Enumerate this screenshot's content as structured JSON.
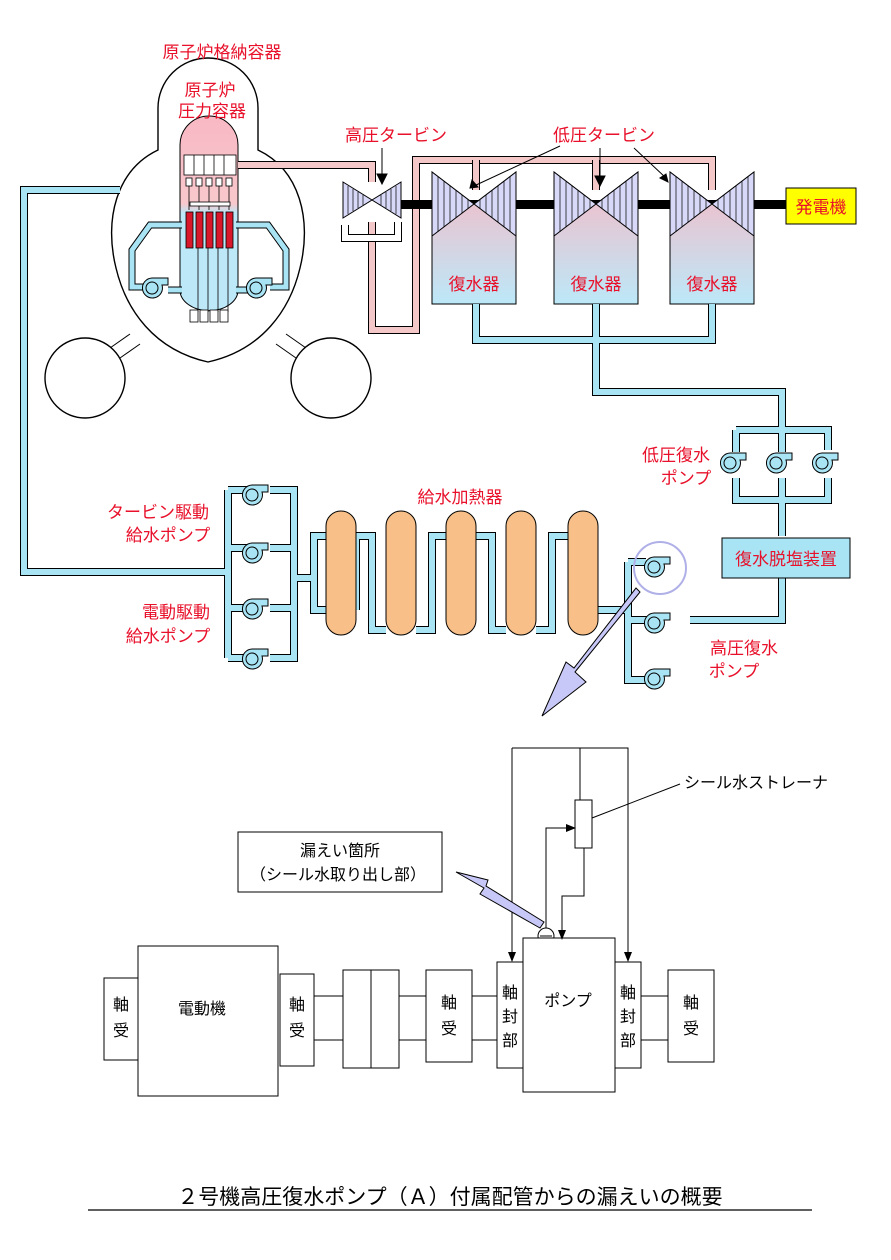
{
  "labels": {
    "containment": "原子炉格納容器",
    "rpv_line1": "原子炉",
    "rpv_line2": "圧力容器",
    "hp_turbine": "高圧タービン",
    "lp_turbine": "低圧タービン",
    "generator": "発電機",
    "condenser": "復水器",
    "lp_cond_pump_line1": "低圧復水",
    "lp_cond_pump_line2": "ポンプ",
    "demineralizer": "復水脱塩装置",
    "feed_heater": "給水加熱器",
    "turbine_fw_pump_line1": "タービン駆動",
    "turbine_fw_pump_line2": "給水ポンプ",
    "motor_fw_pump_line1": "電動駆動",
    "motor_fw_pump_line2": "給水ポンプ",
    "hp_cond_pump_line1": "高圧復水",
    "hp_cond_pump_line2": "ポンプ"
  },
  "detail": {
    "seal_strainer": "シール水ストレーナ",
    "leak_line1": "漏えい箇所",
    "leak_line2": "（シール水取り出し部）",
    "motor": "電動機",
    "pump": "ポンプ",
    "bearing_1": "軸",
    "bearing_2": "受",
    "seal_1": "軸",
    "seal_2": "封",
    "seal_3": "部"
  },
  "title": "２号機高圧復水ポンプ（Ａ）付属配管からの漏えいの概要",
  "colors": {
    "pipe_blue": "#a8e4f4",
    "pipe_pink": "#f4c8c8",
    "heater": "#f8c088",
    "generator": "#ffff00",
    "label_red": "#e8102a",
    "fuel": "#d8182a",
    "arrow": "#c8c8f8"
  }
}
